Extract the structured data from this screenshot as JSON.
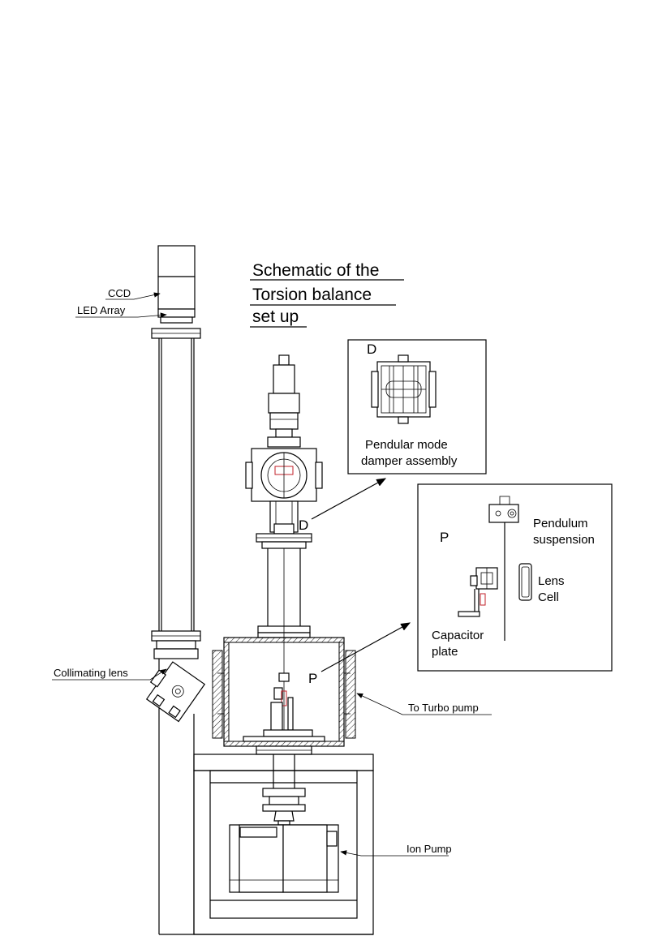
{
  "title_lines": [
    "Schematic of the",
    "Torsion balance",
    "set up"
  ],
  "labels": {
    "ccd": "CCD",
    "led_array": "LED Array",
    "collimating_lens": "Collimating lens",
    "to_turbo_pump": "To Turbo pump",
    "ion_pump": "Ion Pump",
    "marker_d": "D",
    "marker_p": "P"
  },
  "inset_damper": {
    "marker": "D",
    "caption_lines": [
      "Pendular mode",
      "damper assembly"
    ]
  },
  "inset_pendulum": {
    "marker": "P",
    "pendulum_suspension_lines": [
      "Pendulum",
      "suspension"
    ],
    "lens_cell_lines": [
      "Lens",
      "Cell"
    ],
    "capacitor_plate_lines": [
      "Capacitor",
      "plate"
    ]
  }
}
